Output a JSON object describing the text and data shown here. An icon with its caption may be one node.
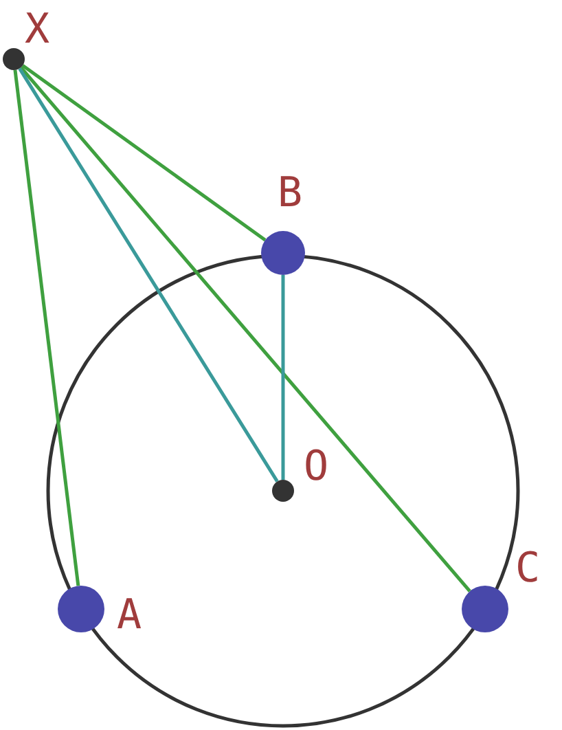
{
  "diagram": {
    "nodes": [
      {
        "text": [
          "X"
        ]
      },
      {
        "text": [
          "B"
        ]
      },
      {
        "text": [
          "O"
        ]
      },
      {
        "text": [
          "A"
        ]
      },
      {
        "text": [
          "C"
        ]
      }
    ],
    "edges": [
      {
        "from": 0,
        "to": 3,
        "arrow": "none"
      },
      {
        "from": 0,
        "to": 1,
        "arrow": "none"
      },
      {
        "from": 0,
        "to": 4,
        "arrow": "none"
      },
      {
        "from": 0,
        "to": 2,
        "arrow": "none",
        "color": "#3a9a9a"
      },
      {
        "from": 1,
        "to": 2,
        "arrow": "none",
        "color": "#3a9a9a"
      }
    ]
  }
}
